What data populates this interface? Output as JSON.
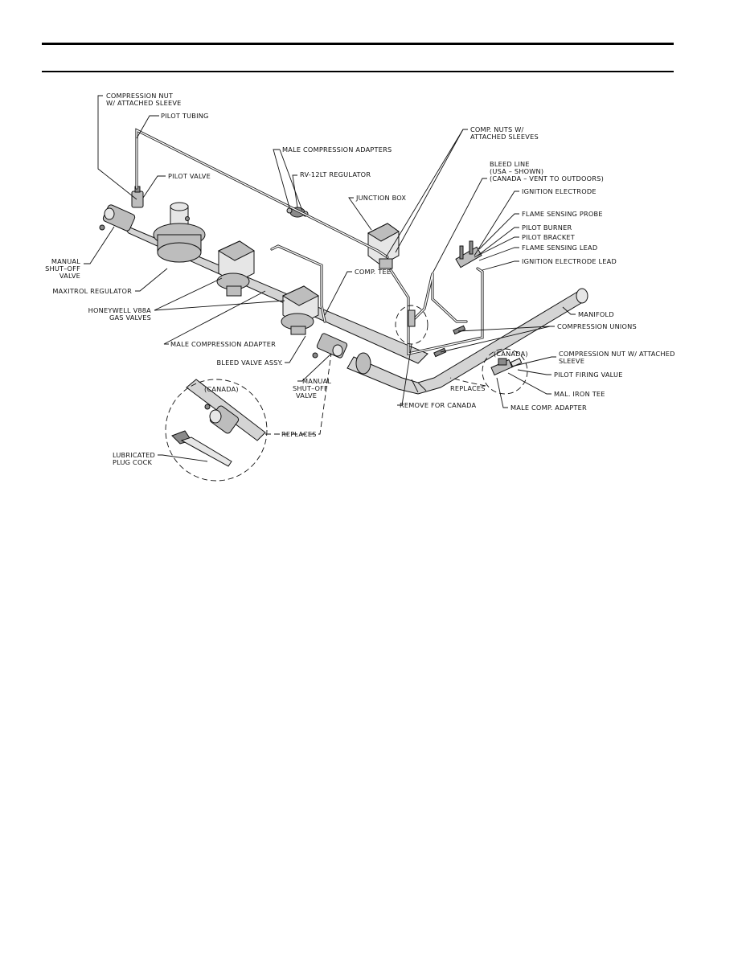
{
  "labels": {
    "compression_nut": "COMPRESSION NUT",
    "compression_nut_2": "W/ ATTACHED SLEEVE",
    "pilot_tubing": "PILOT TUBING",
    "male_compression_adapters": "MALE COMPRESSION ADAPTERS",
    "rv_regulator": "RV-12LT REGULATOR",
    "pilot_valve": "PILOT VALVE",
    "junction_box": "JUNCTION BOX",
    "comp_nuts_1": "COMP. NUTS W/",
    "comp_nuts_2": "ATTACHED SLEEVES",
    "bleed_line_1": "BLEED LINE",
    "bleed_line_2": "(USA – SHOWN)",
    "bleed_line_3": "(CANADA – VENT TO OUTDOORS)",
    "ignition_electrode": "IGNITION ELECTRODE",
    "flame_sensing_probe": "FLAME SENSING PROBE",
    "pilot_burner": "PILOT BURNER",
    "pilot_bracket": "PILOT BRACKET",
    "flame_sensing_lead": "FLAME SENSING LEAD",
    "ignition_electrode_lead": "IGNITION ELECTRODE LEAD",
    "manual_shutoff_1": "MANUAL",
    "manual_shutoff_2": "SHUT–OFF",
    "manual_shutoff_3": "VALVE",
    "maxitrol_regulator": "MAXITROL REGULATOR",
    "comp_tee": "COMP. TEE",
    "honeywell_1": "HONEYWELL V88A",
    "honeywell_2": "GAS VALVES",
    "manifold": "MANIFOLD",
    "compression_unions": "COMPRESSION UNIONS",
    "male_compression_adapter": "MALE COMPRESSION ADAPTER",
    "bleed_valve_assy": "BLEED VALVE ASSY.",
    "canada_right": "(CANADA)",
    "compression_nut_sleeve_1": "COMPRESSION NUT W/ ATTACHED",
    "compression_nut_sleeve_2": "SLEEVE",
    "pilot_firing_value": "PILOT FIRING VALUE",
    "replaces_right": "REPLACES",
    "mal_iron_tee": "MAL. IRON TEE",
    "manual_shutoff_b1": "MANUAL",
    "manual_shutoff_b2": "SHUT–OFF",
    "manual_shutoff_b3": "VALVE",
    "canada_left": "(CANADA)",
    "remove_for_canada": "REMOVE FOR CANADA",
    "male_comp_adapter": "MALE COMP. ADAPTER",
    "replaces_left": "REPLACES",
    "lubricated_1": "LUBRICATED",
    "lubricated_2": "PLUG COCK"
  }
}
